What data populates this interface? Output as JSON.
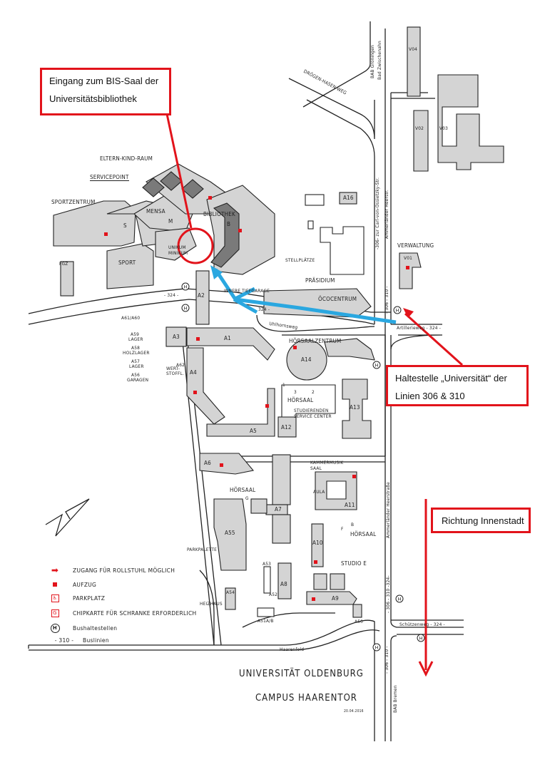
{
  "map": {
    "title_line1": "UNIVERSITÄT OLDENBURG",
    "title_line2": "CAMPUS HAARENTOR",
    "date": "20.04.2016"
  },
  "callouts": {
    "entrance": {
      "line1": "Eingang zum BIS-Saal der",
      "line2": "Universitätsbibliothek"
    },
    "bus_stop": {
      "line1": "Haltestelle „Universität“ der",
      "line2": "Linien 306 & 310"
    },
    "direction": {
      "text": "Richtung Innenstadt"
    }
  },
  "colors": {
    "annotation_red": "#e2131b",
    "route_blue": "#2aa7e0",
    "building_gray": "#d4d4d4",
    "building_dark": "#7a7a7a"
  },
  "roads": {
    "droegen_hasen_weg": "DRÖGEN-HASEN-WEG",
    "bab_groningen": "BAB Groningen",
    "bad_zwischenahn": "Bad Zwischenahn",
    "ossietzky": "-306- zur Carl-von-Ossietzky-Str.",
    "ammerlaender_north": "Ammerländer Heerstr.",
    "ammerlaender_south": "Ammerländer Heerstraße",
    "bus_306_310_north": "- 306 - 310 -",
    "bus_306_310_324": "- 306 - 310 -324-",
    "bus_306_310_south": "- 306 - 310 -",
    "artillerieweg": "Artillerieweg - 324 -",
    "uhlhornsweg": "Uhlhornsweg",
    "line_324_west": "- 324 -",
    "line_324_mid": "324 -",
    "schuetzenweg": "Schützenweg - 324 -",
    "haarenfeld": "Haarenfeld",
    "bab_bremen": "BAB Bremen"
  },
  "buildings": {
    "eltern_kind_raum": "ELTERN-KIND-RAUM",
    "servicepoint": "SERVICEPOINT",
    "sportzentrum": "SPORTZENTRUM",
    "s": "S",
    "sport": "SPORT",
    "fgz": "FGZ",
    "mensa": "MENSA",
    "m": "M",
    "unikum_line1": "UNIKUM",
    "unikum_line2": "MINIKUM",
    "bibliothek": "BIBLIOTHEK",
    "b": "B",
    "innere_tiefgarage": "INNERE TIEFGARAGE",
    "stellplaetze": "STELLPLÄTZE",
    "a16": "A16",
    "praesidium": "PRÄSIDIUM",
    "oekocentrum": "ÖCOCENTRUM",
    "verwaltung": "VERWALTUNG",
    "v01": "V01",
    "v02": "V02",
    "v03": "V03",
    "v04": "V04",
    "a1": "A1",
    "a2": "A2",
    "a3": "A3",
    "a4": "A4",
    "a5": "A5",
    "a6": "A6",
    "a7": "A7",
    "a8": "A8",
    "a9": "A9",
    "a10": "A10",
    "a11": "A11",
    "a12": "A12",
    "a13": "A13",
    "a14": "A14",
    "a50": "A50",
    "a51": "A51A/B",
    "a52": "A52",
    "a53": "A53",
    "a54": "A54",
    "a55": "A55",
    "a56_line1": "A56",
    "a56_line2": "GARAGEN",
    "a57_line1": "A57",
    "a57_line2": "LAGER",
    "a58_line1": "A58",
    "a58_line2": "HOLZLAGER",
    "a59_line1": "A59",
    "a59_line2": "LAGER",
    "a61": "A61/A60",
    "a62": "A62",
    "wertstoff_line1": "WERT-",
    "wertstoff_line2": "STOFFL.",
    "hoersaalzentrum": "HÖRSAALZENTRUM",
    "hoersaal_1": "HÖRSAAL",
    "hoersaal_2": "HÖRSAAL",
    "hoersaal_3": "HÖRSAAL",
    "ssc_line1": "STUDIERENDEN",
    "ssc_line2": "SERVICE CENTER",
    "hs_num_1": "1",
    "hs_num_2": "2",
    "hs_num_3": "3",
    "kammermusik_line1": "KAMMERMUSIK",
    "kammermusik_line2": "SAAL",
    "aula": "AULA",
    "b_label": "B",
    "f_label": "F",
    "g_label": "G",
    "studio_e": "STUDIO E",
    "parkpalette": "PARKPALETTE",
    "heizhaus": "HEIZHAUS",
    "p": "P"
  },
  "legend": [
    {
      "icon": "wheelchair-access-arrow-icon",
      "label": "ZUGANG FÜR ROLLSTUHL MÖGLICH"
    },
    {
      "icon": "elevator-icon",
      "label": "AUFZUG"
    },
    {
      "icon": "accessible-parking-icon",
      "label": "PARKPLATZ"
    },
    {
      "icon": "chipcard-icon",
      "label": "CHIPKARTE FÜR SCHRANKE ERFORDERLICH",
      "glyph": "G"
    },
    {
      "icon": "bus-stop-icon",
      "label": "Bushaltestellen",
      "glyph": "H"
    },
    {
      "icon": "bus-line-icon",
      "label": "Buslinien",
      "glyph": "- 310 -"
    }
  ],
  "glyphs": {
    "bus_stop": "H",
    "parking": "P",
    "chipcard": "G",
    "wheelchair": "♿"
  }
}
